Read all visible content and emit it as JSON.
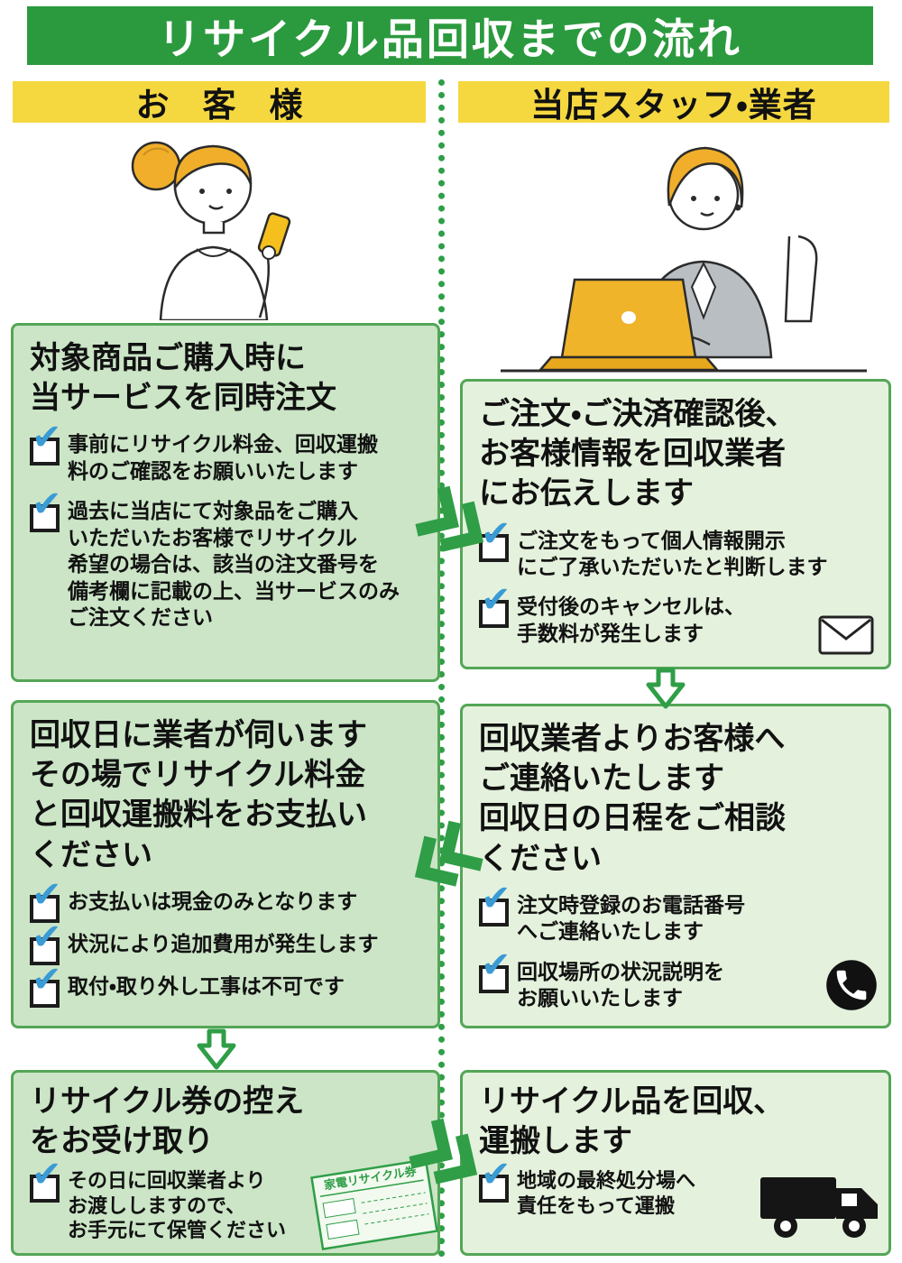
{
  "banner": {
    "title": "リサイクル品回収までの流れ"
  },
  "columns": {
    "customer_header": "お　客　様",
    "staff_header": "当店スタッフ・業者"
  },
  "customer": {
    "step1": {
      "title": "対象商品ご購入時に\n当サービスを同時注文",
      "items": [
        "事前にリサイクル料金、回収運搬\n料のご確認をお願いいたします",
        "過去に当店にて対象品をご購入\nいただいたお客様でリサイクル\n希望の場合は、該当の注文番号を\n備考欄に記載の上、当サービスのみ\nご注文ください"
      ]
    },
    "step2": {
      "title": "回収日に業者が伺います\nその場でリサイクル料金\nと回収運搬料をお支払い\nください",
      "items": [
        "お支払いは現金のみとなります",
        "状況により追加費用が発生します",
        "取付・取り外し工事は不可です"
      ]
    },
    "step3": {
      "title": "リサイクル券の控え\nをお受け取り",
      "items": [
        "その日に回収業者より\nお渡ししますので、\nお手元にて保管ください"
      ],
      "ticket_label": "家電リサイクル券"
    }
  },
  "staff": {
    "step1": {
      "title": "ご注文・ご決済確認後、\nお客様情報を回収業者\nにお伝えします",
      "items": [
        "ご注文をもって個人情報開示\nにご了承いただいたと判断します",
        "受付後のキャンセルは、\n手数料が発生します"
      ]
    },
    "step2": {
      "title": "回収業者よりお客様へ\nご連絡いたします\n回収日の日程をご相談\nください",
      "items": [
        "注文時登録のお電話番号\nへご連絡いたします",
        "回収場所の状況説明を\nお願いいたします"
      ]
    },
    "step3": {
      "title": "リサイクル品を回収、\n運搬します",
      "items": [
        "地域の最終処分場へ\n責任をもって運搬"
      ]
    }
  },
  "icons": {
    "check_glyph": "✔"
  },
  "colors": {
    "banner_green": "#2b9a3e",
    "header_yellow": "#f5d840",
    "customer_box_bg": "#cbe5c6",
    "staff_box_bg": "#e4f1dc",
    "box_border": "#54a657",
    "check_blue": "#3a9bd5",
    "arrow_green": "#2f9e47",
    "illustration_hair_yellow": "#f0ae2a",
    "laptop_yellow": "#f0b42a"
  }
}
